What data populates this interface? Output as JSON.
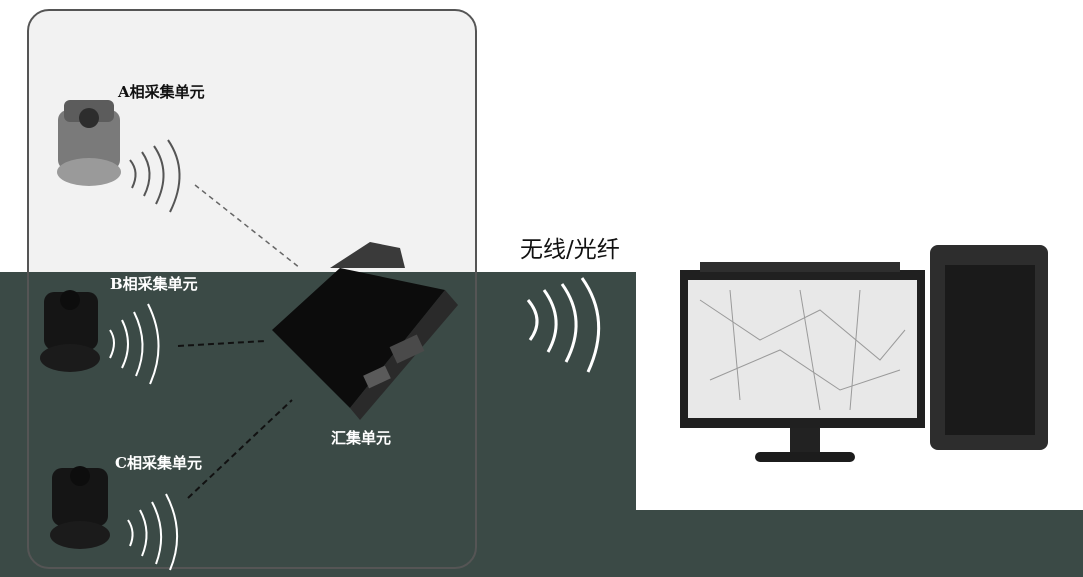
{
  "labels": {
    "unit_a": "A相采集单元",
    "unit_b": "B相采集单元",
    "unit_c": "C相采集单元",
    "hub": "汇集单元",
    "link": "无线/光纤"
  }
}
